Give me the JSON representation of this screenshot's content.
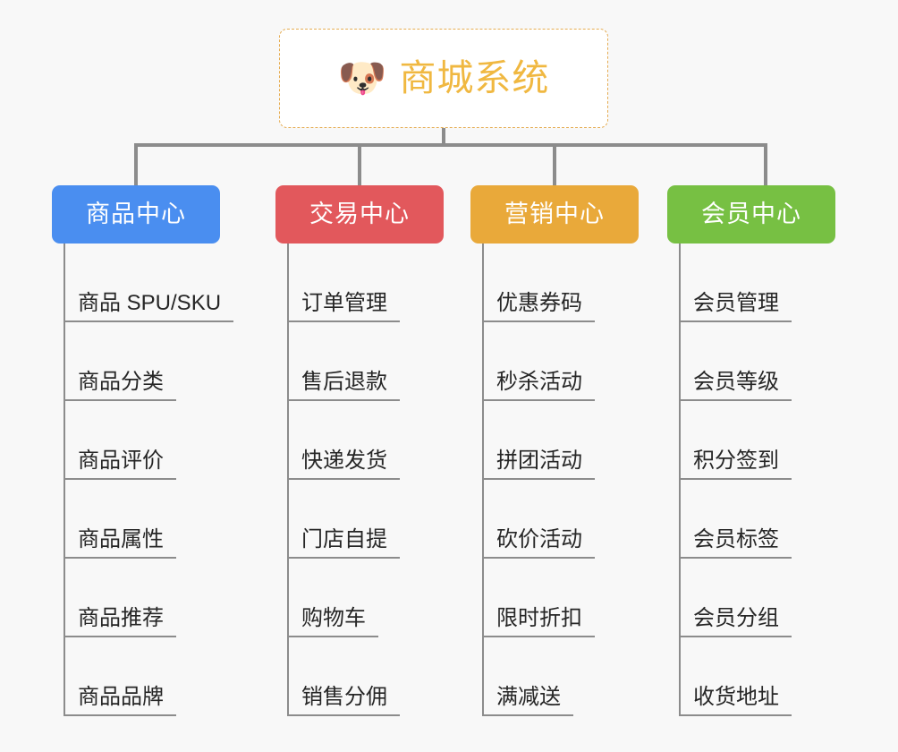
{
  "page": {
    "background_color": "#f8f8f8",
    "line_color": "#8c8c8c"
  },
  "root": {
    "title": "商城系统",
    "icon": "shiba-dog-emoji",
    "icon_glyph": "🐶",
    "border_color": "#e5ac52",
    "text_color": "#f0b841",
    "background_color": "#ffffff"
  },
  "categories": [
    {
      "label": "商品中心",
      "color": "#4a8ef0",
      "items": [
        {
          "label": "商品 SPU/SKU"
        },
        {
          "label": "商品分类"
        },
        {
          "label": "商品评价"
        },
        {
          "label": "商品属性"
        },
        {
          "label": "商品推荐"
        },
        {
          "label": "商品品牌"
        }
      ]
    },
    {
      "label": "交易中心",
      "color": "#e2585c",
      "items": [
        {
          "label": "订单管理"
        },
        {
          "label": "售后退款"
        },
        {
          "label": "快递发货"
        },
        {
          "label": "门店自提"
        },
        {
          "label": "购物车"
        },
        {
          "label": "销售分佣"
        }
      ]
    },
    {
      "label": "营销中心",
      "color": "#e9a93a",
      "items": [
        {
          "label": "优惠券码"
        },
        {
          "label": "秒杀活动"
        },
        {
          "label": "拼团活动"
        },
        {
          "label": "砍价活动"
        },
        {
          "label": "限时折扣"
        },
        {
          "label": "满减送"
        }
      ]
    },
    {
      "label": "会员中心",
      "color": "#77c043",
      "items": [
        {
          "label": "会员管理"
        },
        {
          "label": "会员等级"
        },
        {
          "label": "积分签到"
        },
        {
          "label": "会员标签"
        },
        {
          "label": "会员分组"
        },
        {
          "label": "收货地址"
        }
      ]
    }
  ]
}
